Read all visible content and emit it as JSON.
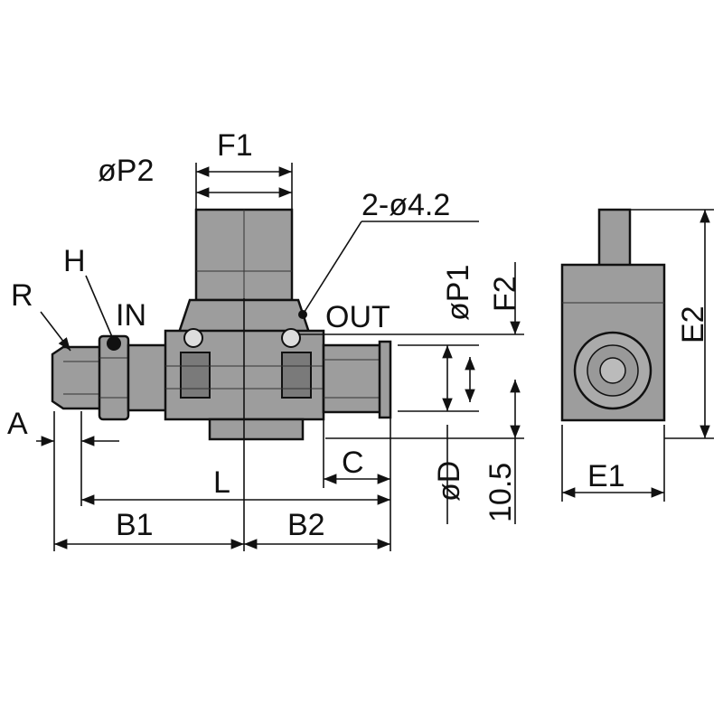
{
  "title": "Fitting dimension drawing",
  "labels": {
    "F1": "F1",
    "P2": "øP2",
    "hole": "2-ø4.2",
    "H": "H",
    "R": "R",
    "IN": "IN",
    "OUT": "OUT",
    "P1": "øP1",
    "F2": "F2",
    "E2": "E2",
    "A": "A",
    "L": "L",
    "C": "C",
    "D": "øD",
    "dim105": "10.5",
    "B1": "B1",
    "B2": "B2",
    "E1": "E1"
  }
}
